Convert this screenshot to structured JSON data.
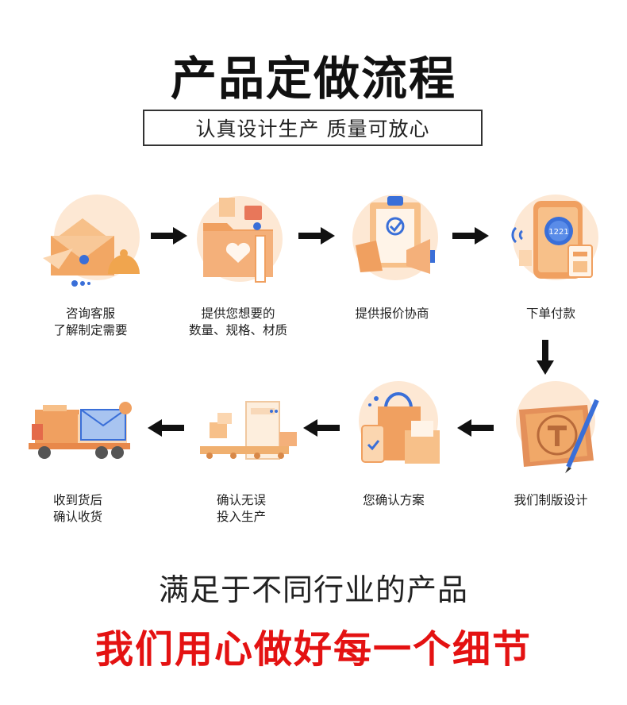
{
  "title": "产品定做流程",
  "subtitle": "认真设计生产 质量可放心",
  "steps": [
    {
      "label": "咨询客服\n了解制定需要",
      "icon": "mail-bell-icon"
    },
    {
      "label": "提供您想要的\n数量、规格、材质",
      "icon": "folder-media-icon"
    },
    {
      "label": "提供报价协商",
      "icon": "clipboard-megaphone-icon"
    },
    {
      "label": "下单付款",
      "icon": "phone-payment-icon"
    },
    {
      "label": "我们制版设计",
      "icon": "design-board-pen-icon"
    },
    {
      "label": "您确认方案",
      "icon": "shopping-bag-box-icon"
    },
    {
      "label": "确认无误\n投入生产",
      "icon": "production-line-icon"
    },
    {
      "label": "收到货后\n确认收货",
      "icon": "delivery-truck-icon"
    }
  ],
  "footer": {
    "line1": "满足于不同行业的产品",
    "line2": "我们用心做好每一个细节"
  },
  "colors": {
    "accent": "#e41212",
    "icon_orange": "#f0a060",
    "icon_light": "#fde3cc",
    "icon_blue": "#3a6fd8"
  }
}
